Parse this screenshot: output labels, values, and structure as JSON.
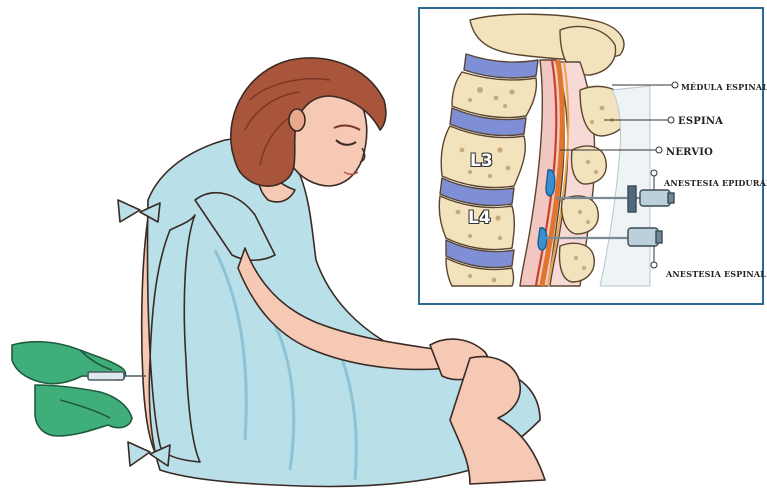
{
  "inset": {
    "labels": {
      "medula": "MÉDULA ESPINAL",
      "espina": "ESPINA",
      "nervio": "NERVIO",
      "epidural": "ANESTESIA EPIDURAL",
      "espinal": "ANESTESIA ESPINAL"
    },
    "vertebrae": [
      "L3",
      "L4"
    ]
  },
  "colors": {
    "gown": "#b9dfe9",
    "gown_shade": "#8ec3d6",
    "skin": "#f6c9b5",
    "skin_shade": "#e9a98f",
    "hair": "#a8553c",
    "glove": "#3fae7a",
    "bone": "#f3e3bc",
    "disc": "#7f8fd6",
    "cord": "#e0762e",
    "frame": "#2c6a92"
  }
}
